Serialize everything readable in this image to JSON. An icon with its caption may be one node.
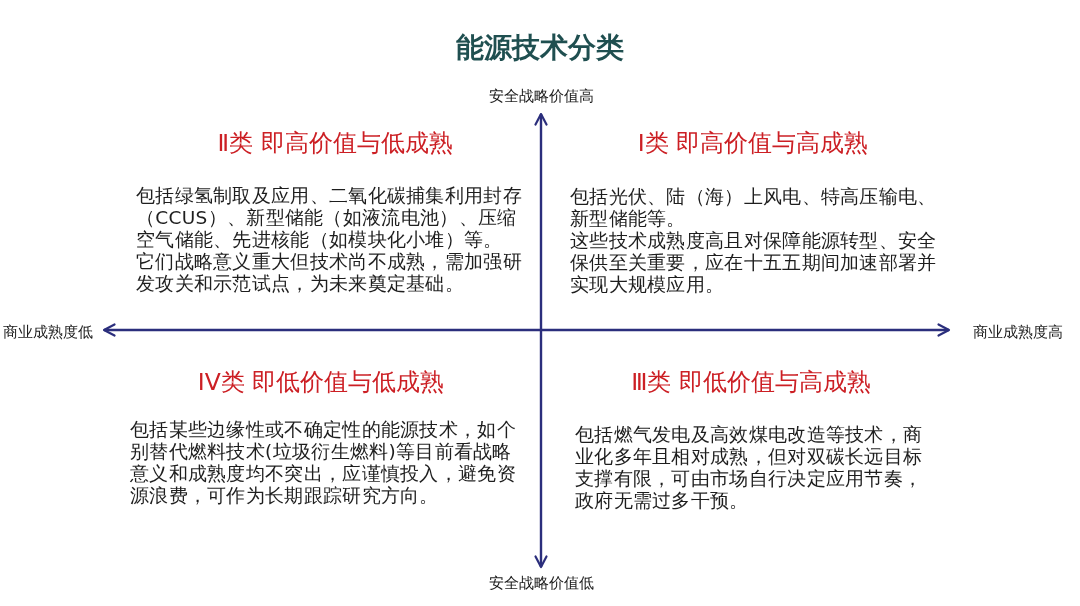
{
  "diagram": {
    "title": "能源技术分类",
    "labels": [
      "安全战略价值高",
      "Ⅱ类 即高价值与低成熟",
      "包括绿氢制取及应用、二氧化碳捕集利用封存（CCUS）、新型储能（如液流电池）、压缩空气储能、先进核能（如模块化小堆）等。",
      "它们战略意义重大但技术尚不成熟，需加强研发攻关和示范试点，为未来奠定基础。",
      "Ⅰ类 即高价值与高成熟",
      "包括光伏、陆（海）上风电、特高压输电、新型储能等。",
      "这些技术成熟度高且对保障能源转型、安全保供至关重要，应在十五五期间加速部署并实现大规模应用。",
      "商业成熟度低",
      "商业成熟度高",
      "IV类 即低价值与低成熟",
      "包括某些边缘性或不确定性的能源技术，如个别替代燃料技术(垃圾衍生燃料)等目前看战略意义和成熟度均不突出，应谨慎投入，避免资源浪费，可作为长期跟踪研究方向。",
      "Ⅲ类 即低价值与高成熟",
      "包括燃气发电及高效煤电改造等技术，商业化多年且相对成熟，但对双碳长远目标支撑有限，可由市场自行决定应用节奏，政府无需过多干预。",
      "安全战略价值低"
    ]
  }
}
